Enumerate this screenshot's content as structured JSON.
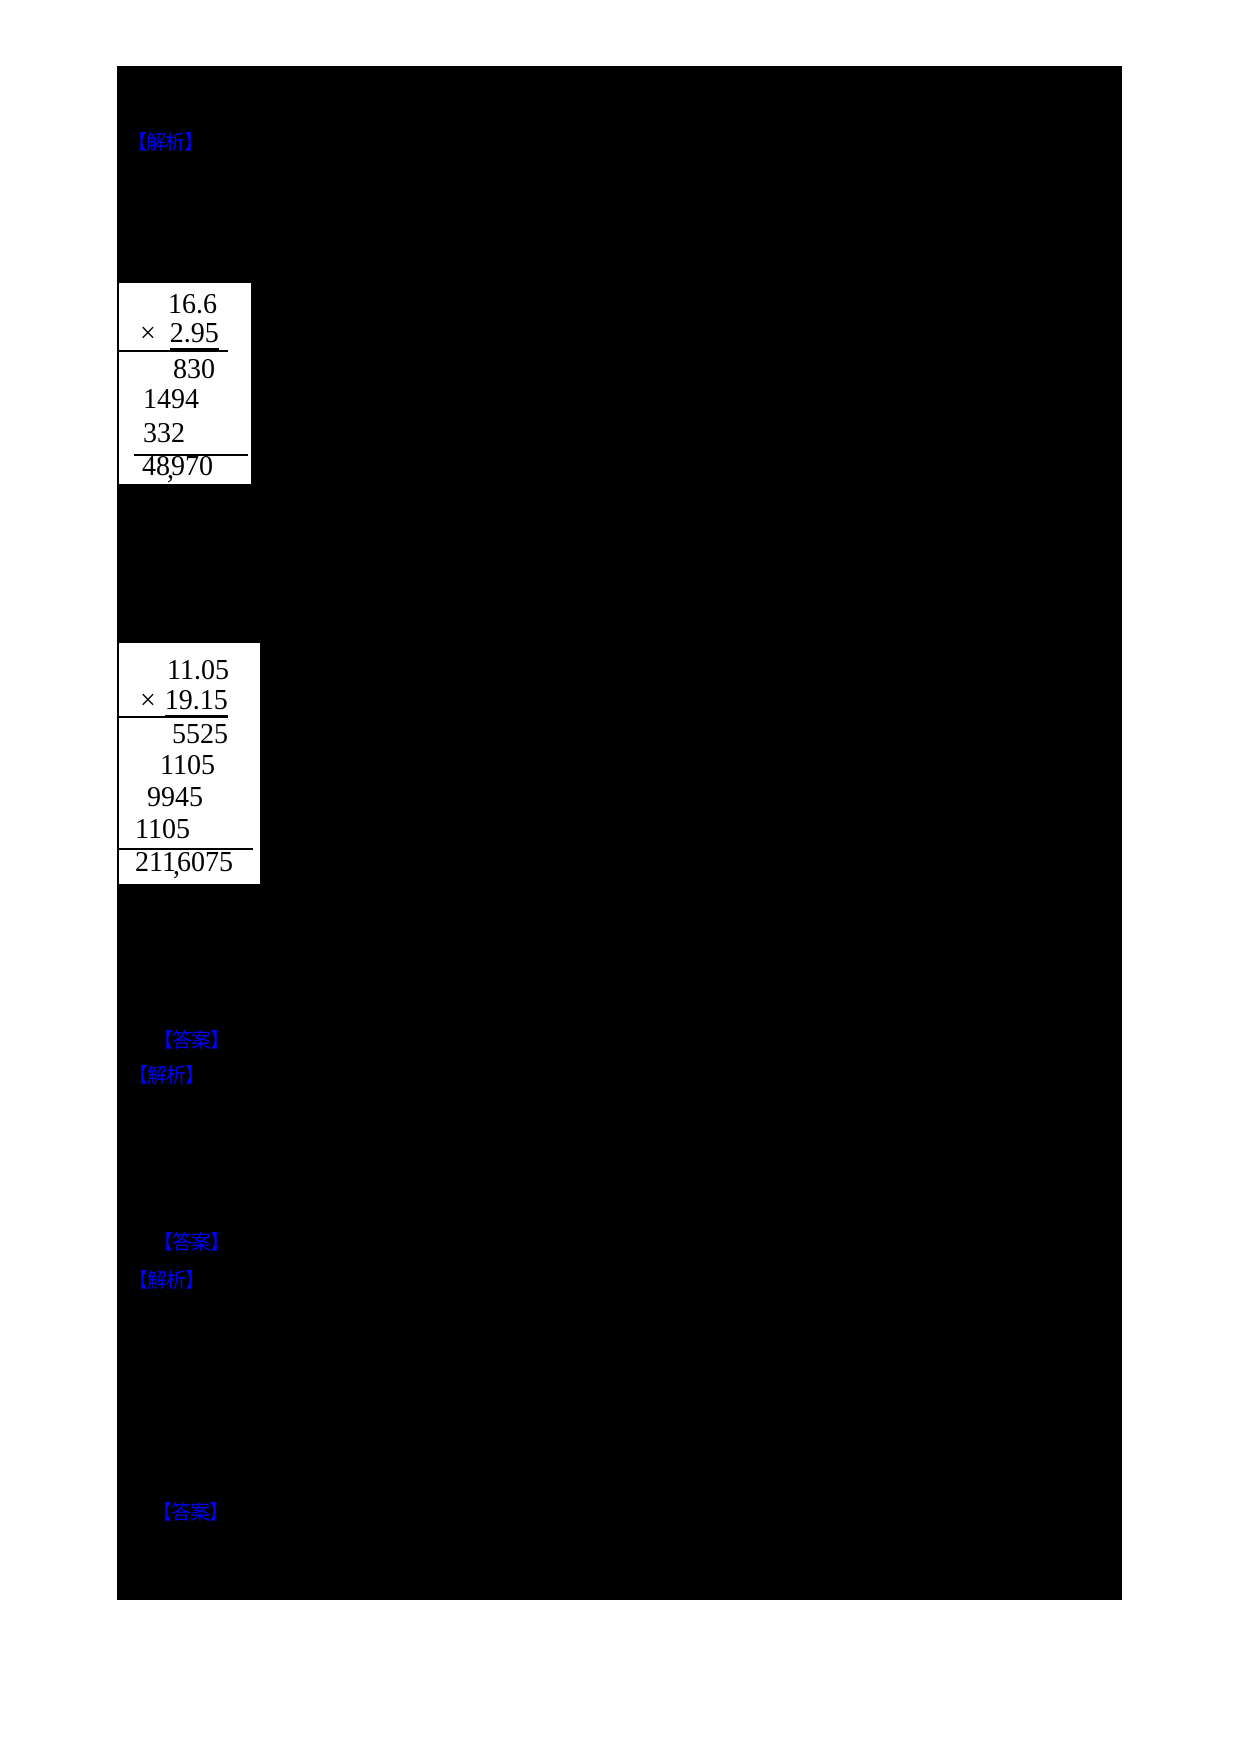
{
  "colors": {
    "page_bg": "#ffffff",
    "overlay_bg": "#000000",
    "label_blue": "#0000ff",
    "calc_text": "#000000",
    "calc_box_bg": "#ffffff"
  },
  "labels": {
    "analysis": "【解析】",
    "answer": "【答案】"
  },
  "multiplications": [
    {
      "multiplicand": "16.6",
      "operator_sign": "×",
      "multiplier": "2.95",
      "partial_products": [
        "830",
        "1494",
        "332"
      ],
      "product_integer_part": "48",
      "decimal_mark": ",",
      "product_fraction_part": "970"
    },
    {
      "multiplicand": "11.05",
      "operator_sign": "×",
      "multiplier": "19.15",
      "partial_products": [
        "5525",
        "1105",
        "9945",
        "1105"
      ],
      "product_integer_part": "211",
      "decimal_mark": ",",
      "product_fraction_part": "6075"
    }
  ]
}
